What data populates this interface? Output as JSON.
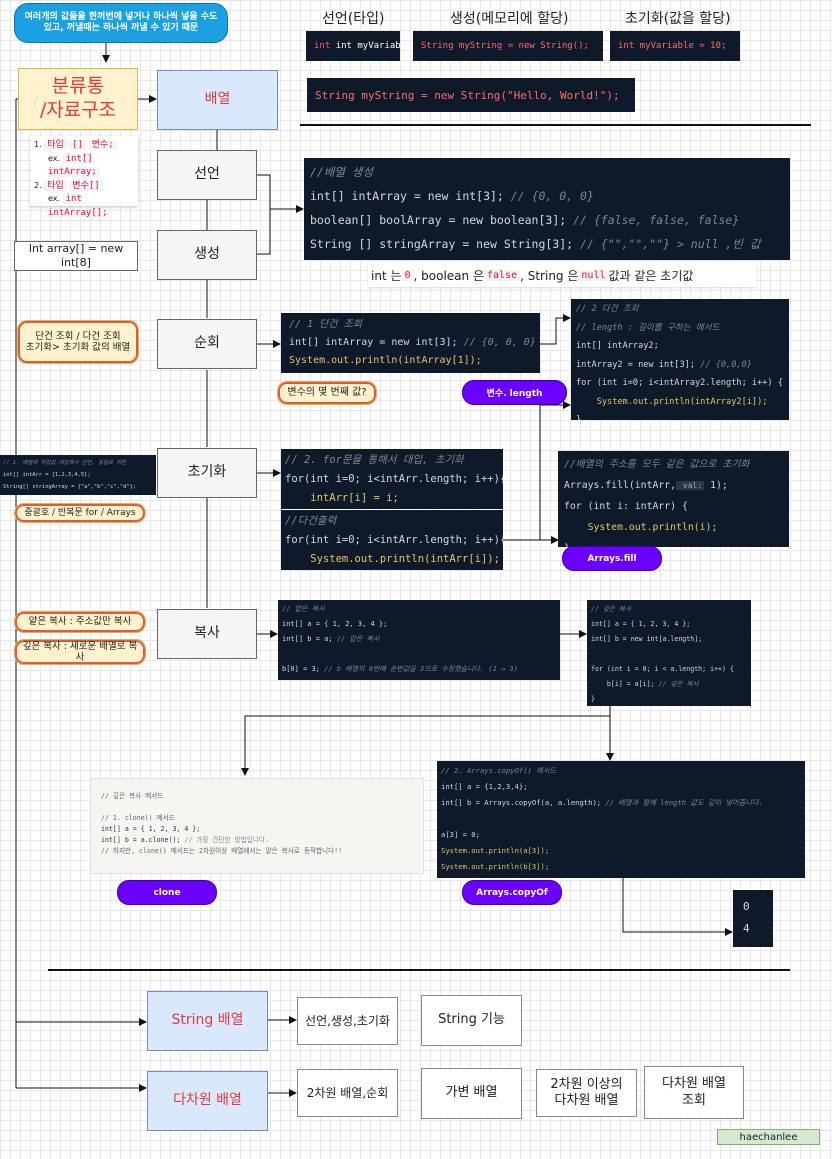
{
  "top_note": "여러개의 값들을 한꺼번에 넣거나 하나씩 넣을 수도 있고, 꺼낼때는 하나씩 꺼낼 수 있기 때문",
  "headers": {
    "declare": "선언(타입)",
    "create": "생성(메모리에 할당)",
    "init": "초기화(값을 할당)"
  },
  "top_code": {
    "declare": "int myVariable;",
    "create": "String myString = new String();",
    "init": "int myVariable = 10;",
    "full": "String myString = new String(\"Hello, World!\");"
  },
  "category": "분류통\n/자료구조",
  "main_nodes": {
    "array": "배열",
    "declare": "선언",
    "create": "생성",
    "traverse": "순회",
    "initialize": "초기화",
    "copy": "복사",
    "string_array": "String 배열",
    "multi_array": "다차원 배열"
  },
  "syntax_notes": {
    "n1": "1.",
    "n1_parts": [
      "타입",
      "[]",
      "변수;"
    ],
    "n1_ex_label": "ex.",
    "n1_ex": "int[] intArray;",
    "n2": "2.",
    "n2_parts": [
      "타입",
      "변수[]"
    ],
    "n2_ex_label": "ex.",
    "n2_ex": "int intArray[];"
  },
  "int_array_box": "Int array[] = new int[8]",
  "create_code": {
    "comment": "//배열 생성",
    "l1a": "int[] intArray = new int[3];",
    "l1b": " // {0, 0, 0}",
    "l2a": "boolean[] boolArray = new boolean[3];",
    "l2b": " // {false, false, false}",
    "l3a": "String [] stringArray = new String[3];",
    "l3b": " // {\"\",\"\",\"\"} > null ,빈 값"
  },
  "default_caption": {
    "p1": "int 는 ",
    "c1": "0",
    "p2": ", boolean 은 ",
    "c2": "false",
    "p3": ", String 은 ",
    "c3": "null",
    "p4": " 값과 같은 초기값"
  },
  "traverse_note": "단건 조회 / 다건 조회\n초기화> 초기화 값의 배열",
  "single_code": {
    "comment": "// 1 단건 조회",
    "l1a": "int[] intArray = new int[3];",
    "l1b": " // {0, 0, 0}",
    "l2": "System.out.println(intArray[1]);"
  },
  "index_note": "변수의 몇 번째 값?",
  "length_pill": "변수. length",
  "multi_code": {
    "comment": "// 2 다건 조회",
    "c2": "// length : 길이를 구하는 메서드",
    "l1": "int[] intArray2;",
    "l2a": "intArray2 = new int[3];",
    "l2b": " // {0,0,0}",
    "l3": "for (int i=0; i<intArray2.length; i++) {",
    "l4": "    System.out.println(intArray2[i]);",
    "l5": "}"
  },
  "init_left_code": {
    "l1": "// 1. 배열에 직접값 대입해서 선언, 동일로 저튼",
    "l2": "int[] intArr = {1,2,3,4,5};",
    "l3": "String[] stringArray = {\"a\",\"b\",\"c\",\"d\"};"
  },
  "init_note": "중괄호 / 반복문 for / Arrays",
  "for_code": {
    "comment": "// 2. for문을 통해서 대입, 초기화",
    "l1": "for(int i=0; i<intArr.length; i++){",
    "l2": "    intArr[i] = i;",
    "comment2": "//다건출력",
    "l3": "for(int i=0; i<intArr.length; i++){",
    "l4": "    System.out.println(intArr[i]);"
  },
  "fill_code": {
    "comment": "//배열의 주소를 모두 같은 값으로 초기화",
    "l1a": "Arrays.fill(intArr,",
    "l1h": " val:",
    "l1b": " 1);",
    "l2": "for (int i: intArr) {",
    "l3": "    System.out.println(i);",
    "l4": "}"
  },
  "fill_pill": "Arrays.fill",
  "copy_notes": {
    "shallow": "얕은 복사 : 주소값만 복사",
    "deep": "깊은 복사 : 새로운 배열로 복사"
  },
  "shallow_code": {
    "comment": "// 얕은 복사",
    "l1": "int[] a = { 1, 2, 3, 4 };",
    "l2a": "int[] b = a;",
    "l2b": " // 얕은 복사",
    "l3a": "b[0] = 3;",
    "l3b": " // b 배열의 0번째 순번값을 3으로 수정했습니다. (1 → 3)"
  },
  "deep_code": {
    "comment": "// 깊은 복사",
    "l1": "int[] a = { 1, 2, 3, 4 };",
    "l2": "int[] b = new int[a.length];",
    "l3": "for (int i = 0; i < a.length; i++) {",
    "l4a": "    b[i] = a[i];",
    "l4b": " // 깊은 복사",
    "l5": "}"
  },
  "clone_code": {
    "comment": "// 깊은 복사 메서드",
    "c2": "// 1. clone() 메서드",
    "l1": "int[] a = { 1, 2, 3, 4 };",
    "l2a": "int[] b = a.clone();",
    "l2b": " // 가장 간단한 방법입니다.",
    "c3": "// 하지만, clone() 메서드는 2차원이상 배열에서는 얕은 복사로 동작합니다!!"
  },
  "clone_pill": "clone",
  "copyof_code": {
    "comment": "// 2. Arrays.copyOf() 메서드",
    "l1": "int[] a = {1,2,3,4};",
    "l2a": "int[] b = Arrays.copyOf(a, a.length);",
    "l2b": " // 배열과 함께 length 값도 같이 넣어줍니다.",
    "l3": "a[3] = 0;",
    "l4": "System.out.println(a[3]);",
    "l5": "System.out.println(b[3]);"
  },
  "copyof_pill": "Arrays.copyOf",
  "output": {
    "v1": "0",
    "v2": "4"
  },
  "string_children": [
    "선언,생성,초기화",
    "String 기능"
  ],
  "multi_children": [
    "2차원 배열,순회",
    "가변 배열",
    "2차원 이상의\n다차원 배열",
    "다차원 배열\n조회"
  ],
  "author": "haechanlee"
}
